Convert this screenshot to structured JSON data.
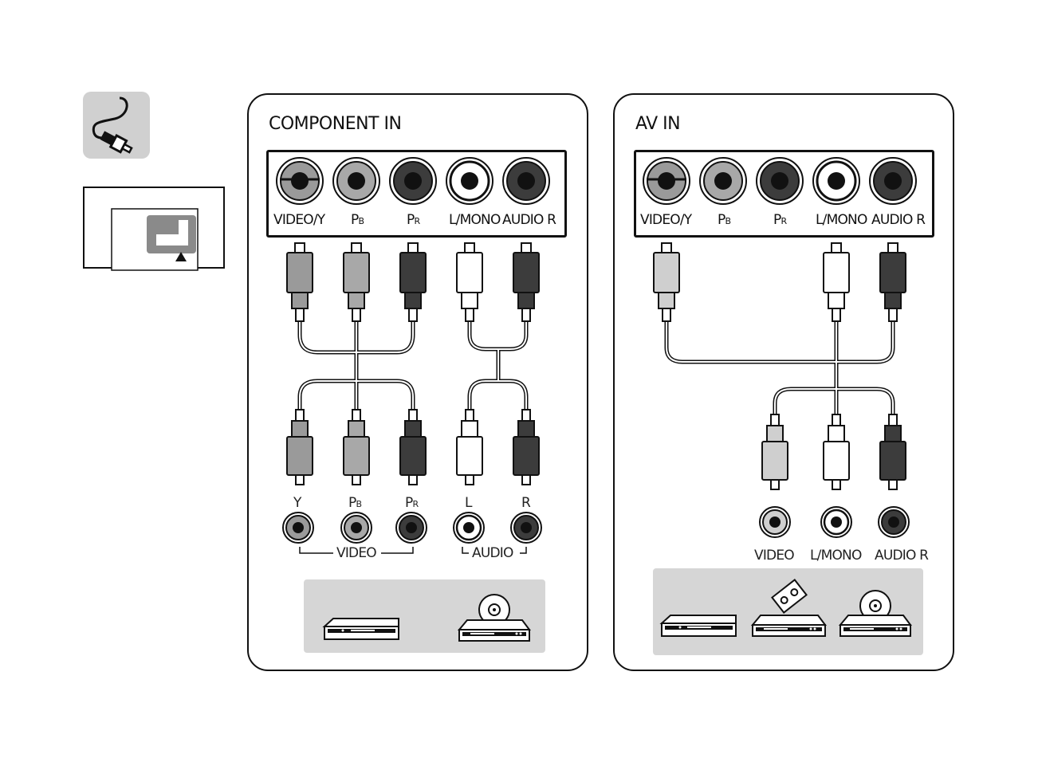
{
  "icons": {
    "cable": "rca-cable-icon",
    "locator": "tv-rear-port-locator-icon",
    "player": "dvd-player-icon",
    "disc_player": "disc-player-icon",
    "vcr": "vcr-icon"
  },
  "colors": {
    "y": "#9a9a9a",
    "pb": "#a8a8a8",
    "pr": "#3c3c3c",
    "l": "#ffffff",
    "r": "#3c3c3c",
    "tray": "#d6d6d6"
  },
  "component": {
    "title": "COMPONENT IN",
    "ports": {
      "video_y": "VIDEO/Y",
      "pb_main": "P",
      "pb_sub": "B",
      "pr_main": "P",
      "pr_sub": "R",
      "l_mono": "L/MONO",
      "audio_r": "AUDIO R"
    },
    "device_ports": {
      "y": "Y",
      "pb_main": "P",
      "pb_sub": "B",
      "pr_main": "P",
      "pr_sub": "R",
      "l": "L",
      "r": "R",
      "video_group": "VIDEO",
      "audio_group": "AUDIO"
    }
  },
  "av": {
    "title": "AV IN",
    "ports": {
      "video_y": "VIDEO/Y",
      "pb_main": "P",
      "pb_sub": "B",
      "pr_main": "P",
      "pr_sub": "R",
      "l_mono": "L/MONO",
      "audio_r": "AUDIO R"
    },
    "device_ports": {
      "video": "VIDEO",
      "l_mono": "L/MONO",
      "audio_r": "AUDIO R"
    }
  }
}
